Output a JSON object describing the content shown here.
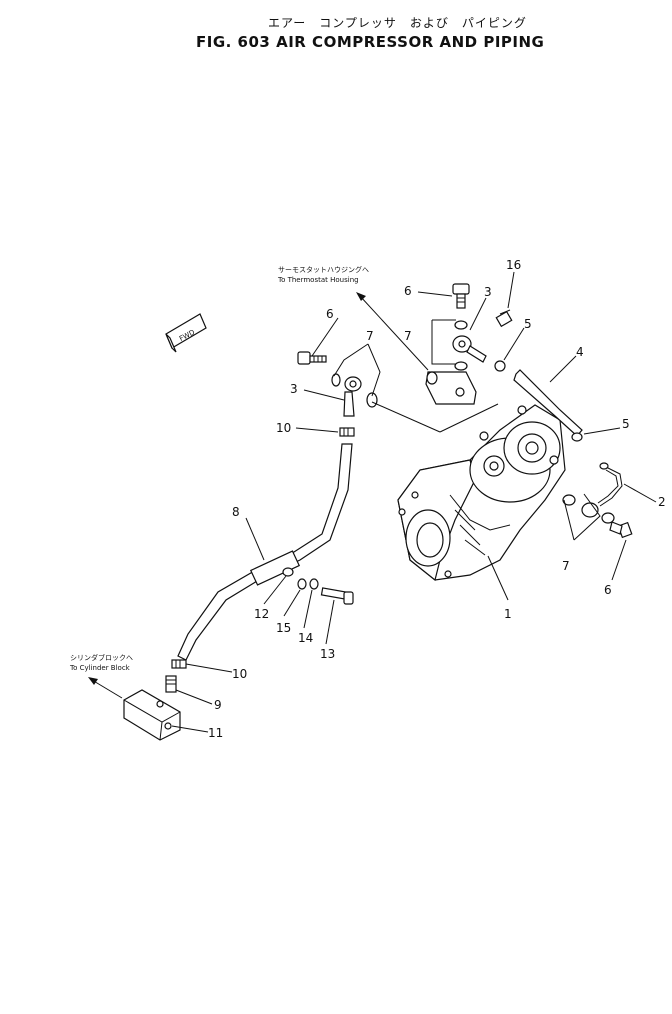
{
  "figure": {
    "title_jp": "エアー　コンプレッサ　および　パイピング",
    "title_en": "FIG. 603   AIR  COMPRESSOR  AND  PIPING"
  },
  "notes": {
    "thermostat_jp": "サーモスタットハウジングへ",
    "thermostat_en": "To Thermostat Housing",
    "cylinder_jp": "シリンダブロックへ",
    "cylinder_en": "To Cylinder Block",
    "fwd": "FWD"
  },
  "callouts": {
    "p16": "16",
    "p6a": "6",
    "p3a": "3",
    "p7a": "7",
    "p5a": "5",
    "p4": "4",
    "p6b": "6",
    "p7b": "7",
    "p3b": "3",
    "p10a": "10",
    "p5b": "5",
    "p2": "2",
    "p8": "8",
    "p7c": "7",
    "p6c": "6",
    "p1": "1",
    "p12": "12",
    "p15": "15",
    "p14": "14",
    "p13": "13",
    "p10b": "10",
    "p9": "9",
    "p11": "11"
  }
}
